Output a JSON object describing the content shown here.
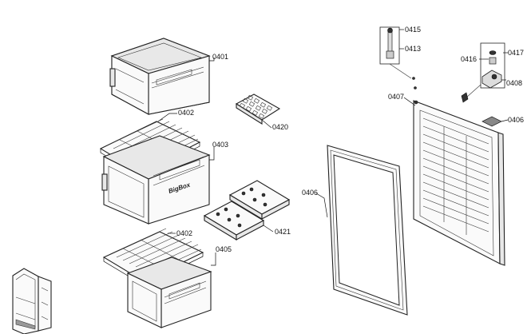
{
  "diagram": {
    "brand_text": "BigBox",
    "callouts": [
      {
        "id": "0401",
        "text": "0401"
      },
      {
        "id": "0402a",
        "text": "0402"
      },
      {
        "id": "0403",
        "text": "0403"
      },
      {
        "id": "0420",
        "text": "0420"
      },
      {
        "id": "0402b",
        "text": "0402"
      },
      {
        "id": "0405",
        "text": "0405"
      },
      {
        "id": "0421",
        "text": "0421"
      },
      {
        "id": "0406l",
        "text": "0406"
      },
      {
        "id": "0407",
        "text": "0407"
      },
      {
        "id": "0415",
        "text": "0415"
      },
      {
        "id": "0413",
        "text": "0413"
      },
      {
        "id": "0416",
        "text": "0416"
      },
      {
        "id": "0417",
        "text": "0417"
      },
      {
        "id": "0408",
        "text": "0408"
      },
      {
        "id": "0406r",
        "text": "0406"
      }
    ]
  }
}
